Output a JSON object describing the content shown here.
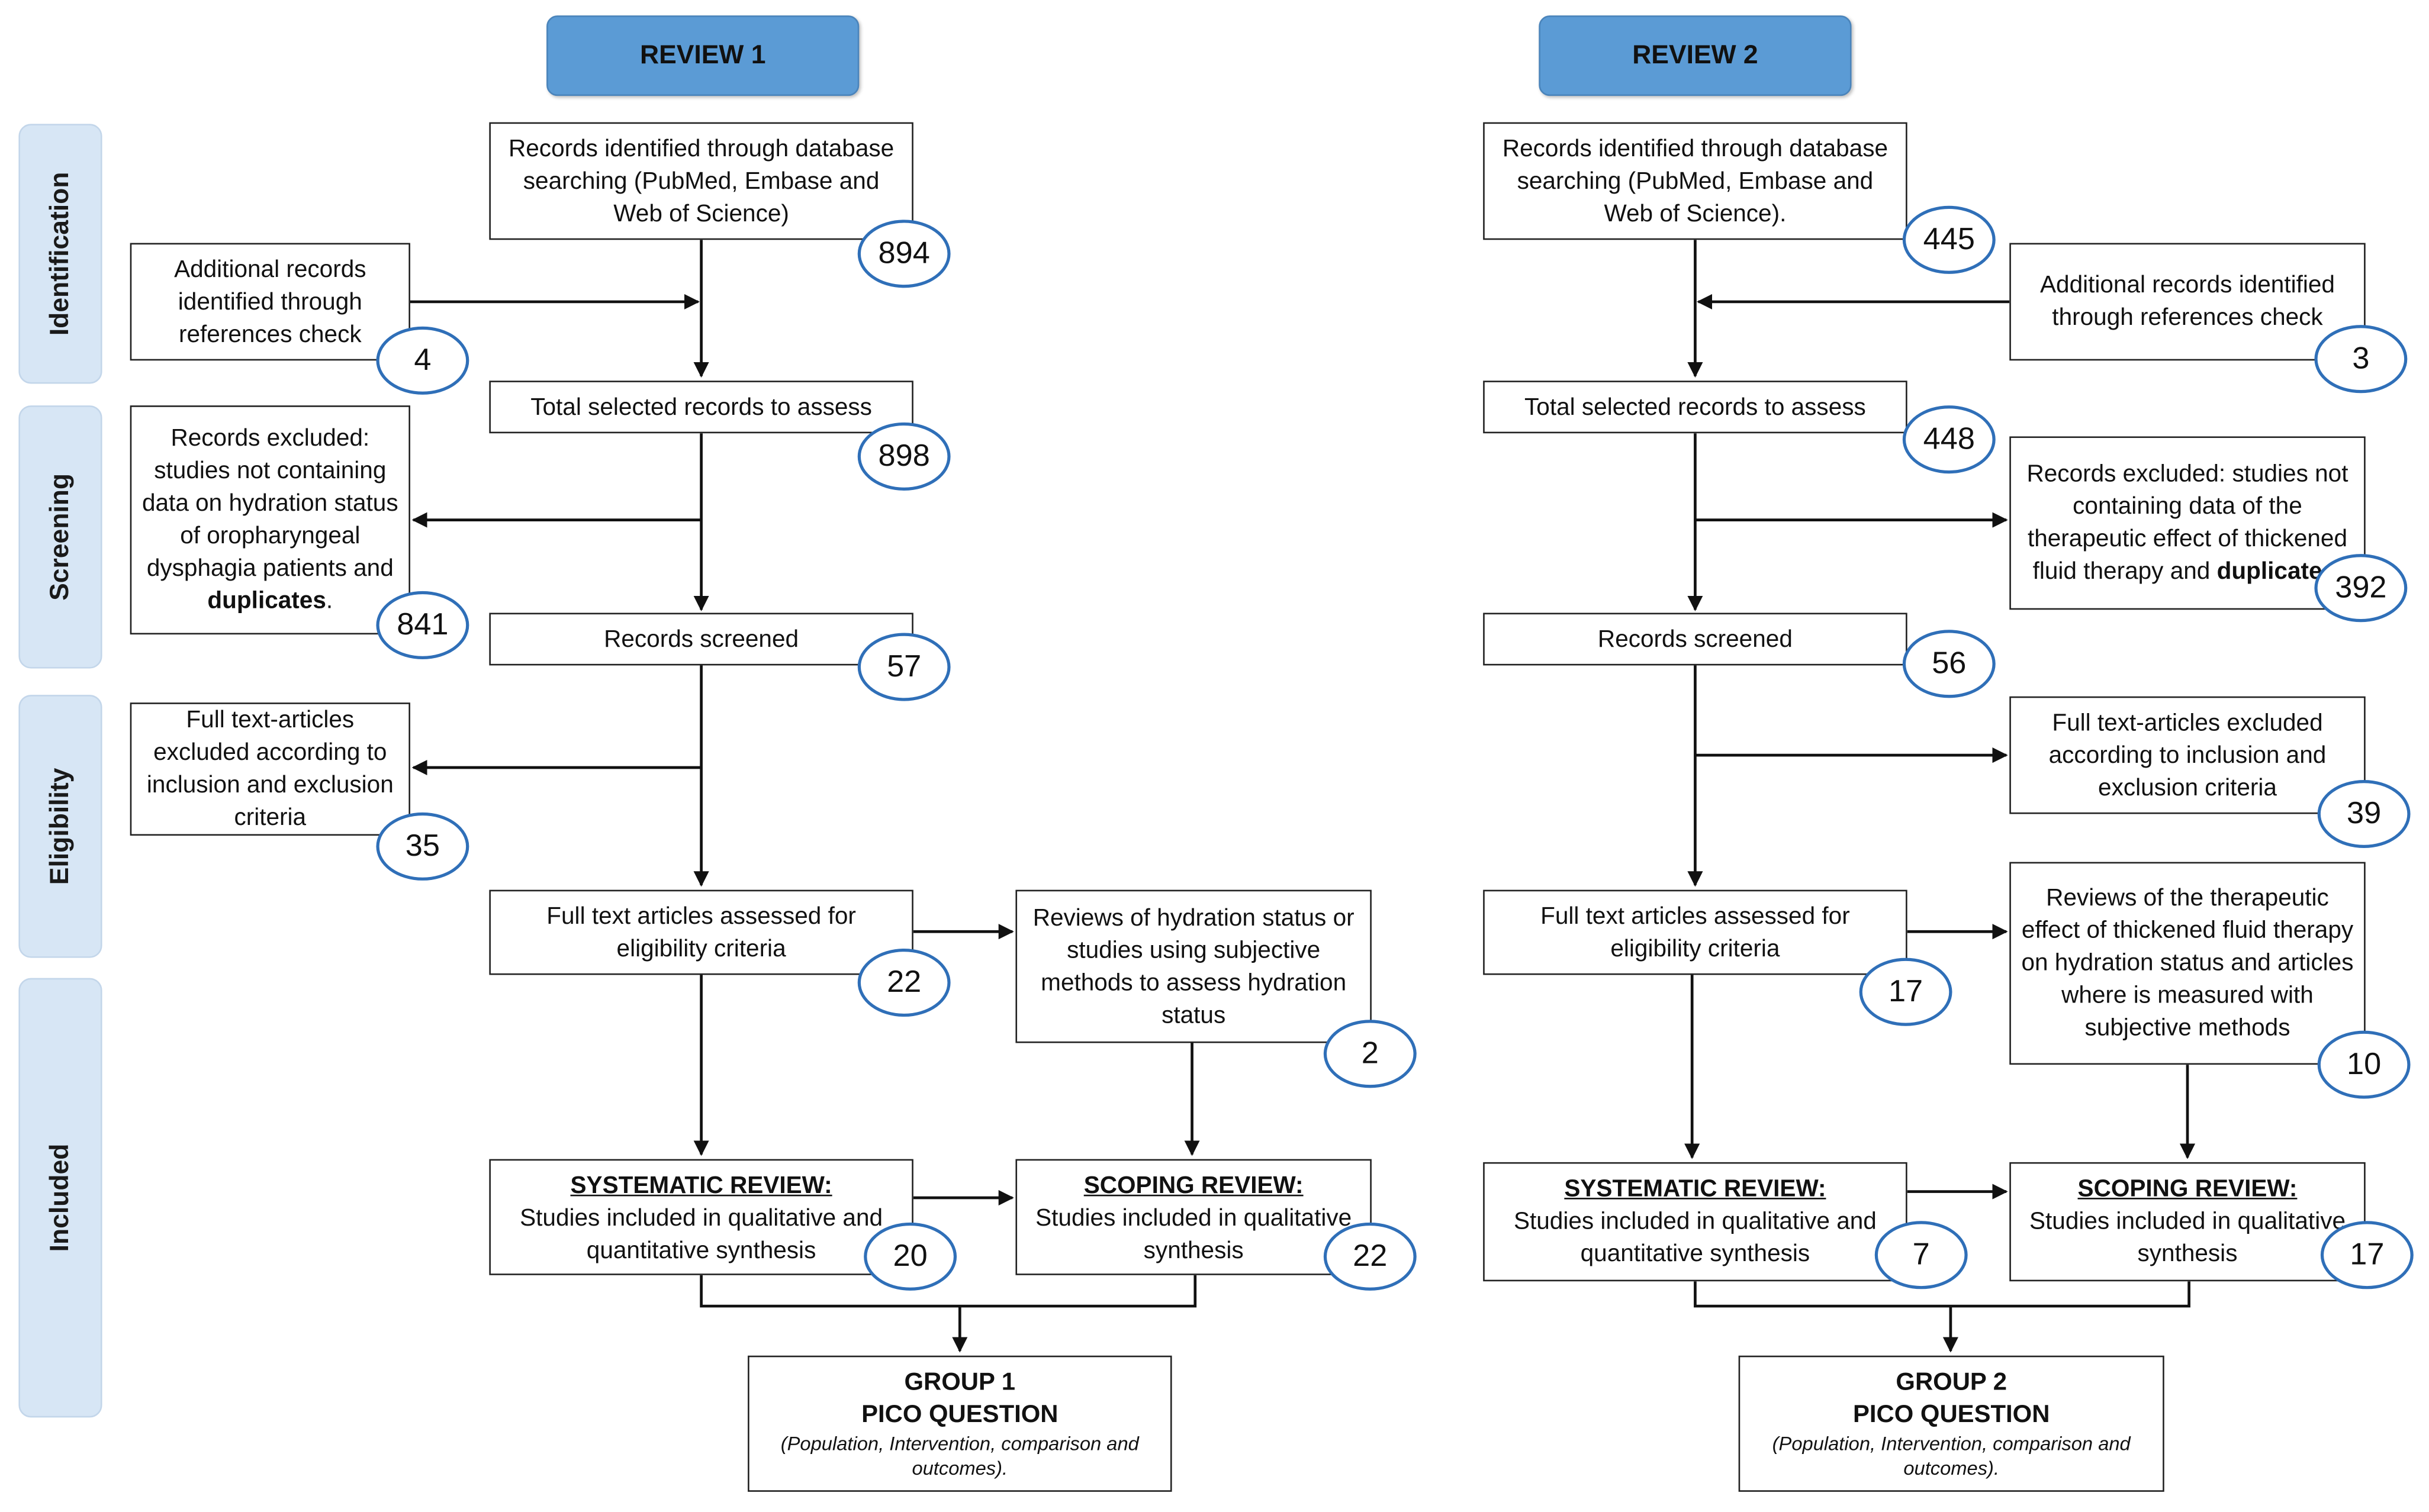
{
  "phases": [
    "Identification",
    "Screening",
    "Eligibility",
    "Included"
  ],
  "review1": {
    "title": "REVIEW 1",
    "identified": {
      "text": "Records identified through database searching (PubMed, Embase and Web of Science)",
      "count": "894"
    },
    "additional": {
      "text": "Additional records identified through references check",
      "count": "4"
    },
    "total": {
      "text": "Total selected records to assess",
      "count": "898"
    },
    "excluded": {
      "text": "Records excluded: studies not containing data on hydration status of oropharyngeal dysphagia patients and",
      "bold": "duplicates",
      "tail": ".",
      "count": "841"
    },
    "screened": {
      "text": "Records screened",
      "count": "57"
    },
    "fulltext_excluded": {
      "text": "Full text-articles excluded according to inclusion and exclusion criteria",
      "count": "35"
    },
    "assessed": {
      "text": "Full text articles assessed for eligibility criteria",
      "count": "22"
    },
    "reviews": {
      "text": "Reviews of hydration status or studies using subjective methods to assess hydration status",
      "count": "2"
    },
    "systematic": {
      "title": "SYSTEMATIC REVIEW:",
      "text": "Studies included in qualitative and quantitative synthesis",
      "count": "20"
    },
    "scoping": {
      "title": "SCOPING REVIEW:",
      "text": "Studies included in qualitative synthesis",
      "count": "22"
    },
    "group": {
      "line1": "GROUP 1",
      "line2": "PICO QUESTION",
      "note": "(Population, Intervention, comparison and outcomes)."
    }
  },
  "review2": {
    "title": "REVIEW 2",
    "identified": {
      "text": "Records identified through database searching (PubMed, Embase and Web of Science).",
      "count": "445"
    },
    "additional": {
      "text": "Additional records identified through references check",
      "count": "3"
    },
    "total": {
      "text": "Total selected records to assess",
      "count": "448"
    },
    "excluded": {
      "text": "Records excluded: studies not containing data of the therapeutic effect of thickened fluid therapy and",
      "bold": "duplicates",
      "tail": ".",
      "count": "392"
    },
    "screened": {
      "text": "Records screened",
      "count": "56"
    },
    "fulltext_excluded": {
      "text": "Full text-articles excluded according to inclusion and exclusion criteria",
      "count": "39"
    },
    "assessed": {
      "text": "Full text articles assessed for eligibility criteria",
      "count": "17"
    },
    "reviews": {
      "text": "Reviews of the therapeutic effect of thickened fluid therapy on hydration status and articles where is measured with subjective methods",
      "count": "10"
    },
    "systematic": {
      "title": "SYSTEMATIC REVIEW:",
      "text": "Studies included in qualitative and quantitative synthesis",
      "count": "7"
    },
    "scoping": {
      "title": "SCOPING REVIEW:",
      "text": "Studies included in qualitative synthesis",
      "count": "17"
    },
    "group": {
      "line1": "GROUP 2",
      "line2": "PICO QUESTION",
      "note": "(Population, Intervention, comparison and outcomes)."
    }
  }
}
